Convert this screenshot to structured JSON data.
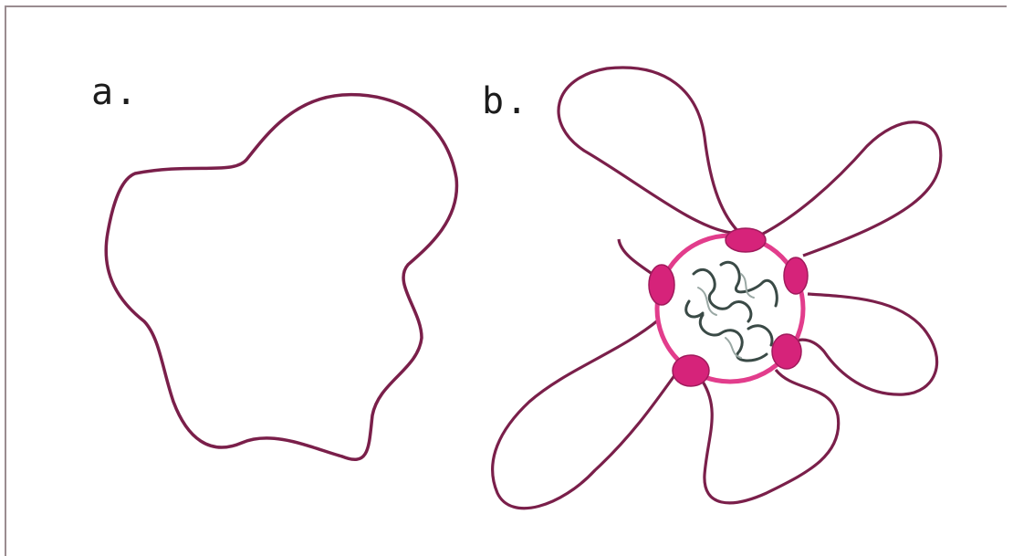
{
  "panels": [
    {
      "id": "a",
      "label": "a."
    },
    {
      "id": "b",
      "label": "b."
    }
  ],
  "colors": {
    "frame": "#9a8c90",
    "loop_stroke": "#7a1f4a",
    "nucleus_ring": "#e23d8c",
    "attachment_blob": "#d6237a",
    "chromatin": "#3a4a46"
  }
}
